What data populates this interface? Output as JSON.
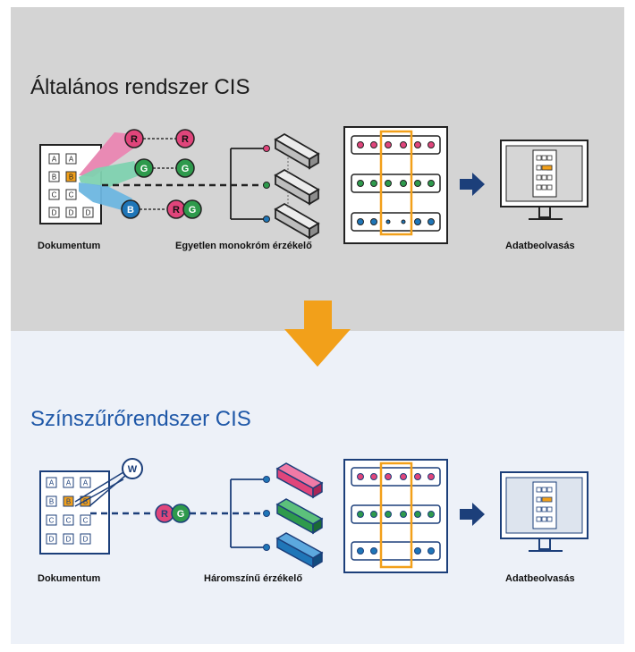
{
  "top": {
    "title": "Általános rendszer CIS",
    "doc_label": "Dokumentum",
    "sensor_label": "Egyetlen monokróm érzékelő",
    "readout_label": "Adatbeolvasás",
    "keys": [
      "A",
      "A",
      "B",
      "B",
      "C",
      "C",
      "D",
      "D",
      "D"
    ],
    "channels": [
      "R",
      "R",
      "G",
      "G",
      "B",
      "R",
      "G"
    ]
  },
  "bottom": {
    "title": "Színszűrőrendszer CIS",
    "doc_label": "Dokumentum",
    "sensor_label": "Háromszínű érzékelő",
    "readout_label": "Adatbeolvasás",
    "keys": [
      "A",
      "A",
      "A",
      "B",
      "B",
      "B",
      "C",
      "C",
      "C",
      "D",
      "D",
      "D"
    ],
    "channels": [
      "W",
      "R",
      "G"
    ]
  },
  "colors": {
    "top_bg": "#d4d4d4",
    "bottom_bg": "#edf1f8",
    "red": "#e0457b",
    "green": "#2e9a4c",
    "blue": "#1f76b8",
    "orange": "#f2a01a",
    "navy": "#1c3f7a",
    "dark": "#222222"
  }
}
